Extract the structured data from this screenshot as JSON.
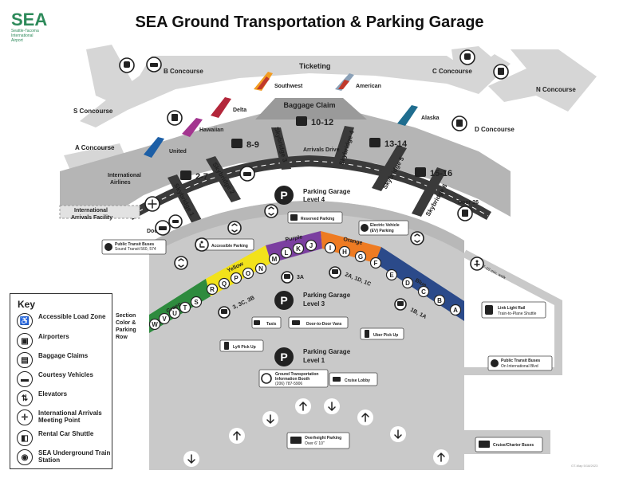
{
  "logo": {
    "mark": "SEA",
    "subtitle_1": "Seattle-Tacoma",
    "subtitle_2": "International",
    "subtitle_3": "Airport"
  },
  "title": "SEA Ground Transportation & Parking Garage",
  "concourses": {
    "b": "B Concourse",
    "c": "C Concourse",
    "n": "N Concourse",
    "s": "S Concourse",
    "a": "A Concourse",
    "d": "D Concourse"
  },
  "ticketing": "Ticketing",
  "airlines": {
    "southwest": "Southwest",
    "american": "American",
    "delta": "Delta",
    "alaska": "Alaska",
    "hawaiian": "Hawaiian",
    "united": "United",
    "international_1": "International",
    "international_2": "Airlines"
  },
  "baggage_claim": "Baggage Claim",
  "arrivals_drive": "Arrivals Drive",
  "carousels": [
    "10-12",
    "8-9",
    "13-14",
    "2-7",
    "15-16"
  ],
  "skybridges": [
    "Skybridge 1",
    "Skybridge 2",
    "Skybridge 3",
    "Skybridge 4",
    "Skybridge 5",
    "Skybridge 6"
  ],
  "doors": {
    "door00": "Door 00",
    "door26": "Door 26"
  },
  "intl_arrivals_1": "International",
  "intl_arrivals_2": "Arrivals Facility",
  "garage_levels": {
    "l4_1": "Parking Garage",
    "l4_2": "Level 4",
    "l3_1": "Parking Garage",
    "l3_2": "Level 3",
    "l1_1": "Parking Garage",
    "l1_2": "Level 1",
    "p": "P"
  },
  "labels": {
    "reserved": "Reserved Parking",
    "ev_1": "Electric Vehicle",
    "ev_2": "(EV) Parking",
    "accessible": "Accessible Parking",
    "public_transit_1": "Public Transit Buses",
    "public_transit_2": "Sound Transit 560, 574",
    "link_1": "Link Light Rail",
    "link_2": "Train-to-Plane Shuttle",
    "pt_intl_1": "Public Transit Buses",
    "pt_intl_2": "On International Blvd",
    "walk": "~7-10 min. walk",
    "taxis": "Taxis",
    "door_vans": "Door-to-Door Vans",
    "uber": "Uber Pick Up",
    "lyft": "Lyft Pick Up",
    "gt_booth_1": "Ground Transportation",
    "gt_booth_2": "Information Booth",
    "gt_booth_3": "(206) 787-5906",
    "cruise_lobby": "Cruise Lobby",
    "overheight_1": "Overheight Parking",
    "overheight_2": "Over 6' 10\"",
    "cruise_charter": "Cruise/Charter Buses",
    "shuttle_3a": "3A",
    "shuttle_2a": "2A, 1D, 1C",
    "shuttle_3": "3, 3C, 3B",
    "shuttle_1b": "1B, 1A",
    "section_1": "Section",
    "section_2": "Color &",
    "section_3": "Parking",
    "section_4": "Row"
  },
  "sections": {
    "green": {
      "name": "Green",
      "color": "#2e8b3e",
      "rows": [
        "W",
        "V",
        "U",
        "T",
        "S"
      ]
    },
    "yellow": {
      "name": "Yellow",
      "color": "#f2e21b",
      "rows": [
        "R",
        "Q",
        "P",
        "O",
        "N"
      ]
    },
    "purple": {
      "name": "Purple",
      "color": "#7b3fa0",
      "rows": [
        "M",
        "L",
        "K",
        "J"
      ]
    },
    "orange": {
      "name": "Orange",
      "color": "#ee7b22",
      "rows": [
        "I",
        "H",
        "G",
        "F"
      ]
    },
    "blue": {
      "name": "Blue",
      "color": "#2b4a8a",
      "rows": [
        "E",
        "D",
        "C",
        "B",
        "A"
      ]
    }
  },
  "key": {
    "title": "Key",
    "items": [
      {
        "label": "Accessible Load Zone",
        "icon": "accessible-icon"
      },
      {
        "label": "Airporters",
        "icon": "bus-icon"
      },
      {
        "label": "Baggage Claims",
        "icon": "baggage-icon"
      },
      {
        "label": "Courtesy Vehicles",
        "icon": "vehicle-icon"
      },
      {
        "label": "Elevators",
        "icon": "elevator-icon"
      },
      {
        "label": "International Arrivals Meeting Point",
        "icon": "meeting-point-icon"
      },
      {
        "label": "Rental Car Shuttle",
        "icon": "rental-car-icon"
      },
      {
        "label": "SEA Underground Train Station",
        "icon": "train-icon"
      }
    ]
  },
  "footer_code": "GT-Map 5/18/2023",
  "colors": {
    "brand_green": "#2d8a5a",
    "building_gray": "#d9d9d9",
    "road_dark": "#3a3a3a",
    "garage_gray": "#c8c8c8"
  }
}
